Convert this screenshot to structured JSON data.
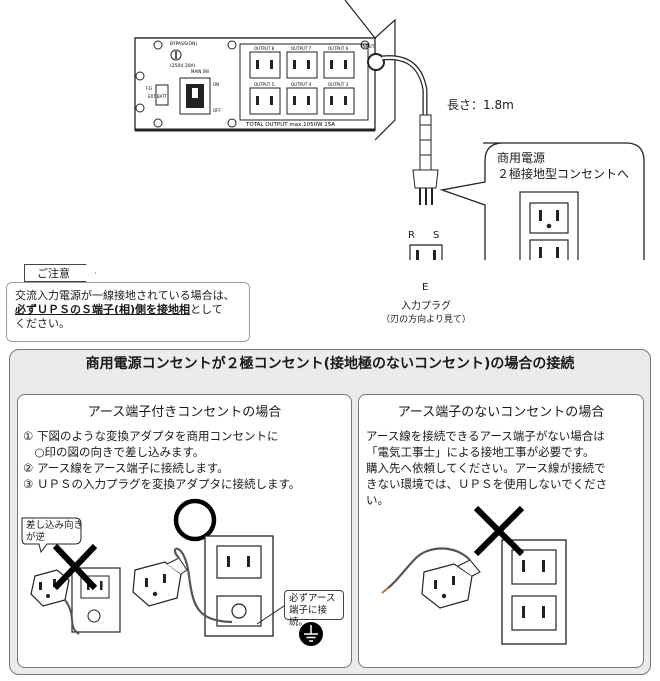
{
  "ups_panel": {
    "bypass_label": "BYPASS(ON)",
    "bypass_rating": "(250V 20A)",
    "main_sw_label": "MAIN SW",
    "on_label": "ON",
    "off_label": "OFF",
    "fg_label": "FG",
    "ext_batt_label": "EXT BATT",
    "input_label": "INPUT",
    "outputs_top": [
      "OUTPUT 8",
      "OUTPUT 7",
      "OUTPUT 6"
    ],
    "outputs_bottom": [
      "OUTPUT 5",
      "OUTPUT 4",
      "OUTPUT 3"
    ],
    "total_output": "TOTAL OUTPUT max.1050W 15A"
  },
  "cord_length": "長さ：1.8m",
  "bubble": {
    "line1": "商用電源",
    "line2": "２極接地型コンセントへ"
  },
  "plug_pins": {
    "r": "R",
    "s": "S",
    "e": "E"
  },
  "plug_caption": {
    "line1": "入力プラグ",
    "line2": "（刃の方向より見て）"
  },
  "caution": {
    "tag": "ご注意",
    "line1": "交流入力電源が一線接地されている場合は、",
    "line2_bold": "必ずＵＰＳのＳ端子(相)側を接地相",
    "line2_rest": "として",
    "line3": "ください。"
  },
  "main_title": "商用電源コンセントが２極コンセント(接地極のないコンセント)の場合の接続",
  "left_section": {
    "title": "アース端子付きコンセントの場合",
    "steps": [
      "① 下図のような変換アダプタを商用コンセントに",
      "　○印の図の向きで差し込みます。",
      "② アース線をアース端子に接続します。",
      "③ ＵＰＳの入力プラグを変換アダプタに接続します。"
    ],
    "wrong_dir_label_1": "差し込み向き",
    "wrong_dir_label_2": "が逆",
    "earth_callout_1": "必ずアース",
    "earth_callout_2": "端子に接続。"
  },
  "right_section": {
    "title": "アース端子のないコンセントの場合",
    "lines": [
      "アース線を接続できるアース端子がない場合は",
      "「電気工事士」による接地工事が必要です。",
      "購入先へ依頼してください。アース線が接続で",
      "きない環境では、ＵＰＳを使用しないでくださ",
      "い。"
    ]
  },
  "colors": {
    "panel_bg": "#ebebeb",
    "line": "#222222",
    "cross": "#000000"
  }
}
